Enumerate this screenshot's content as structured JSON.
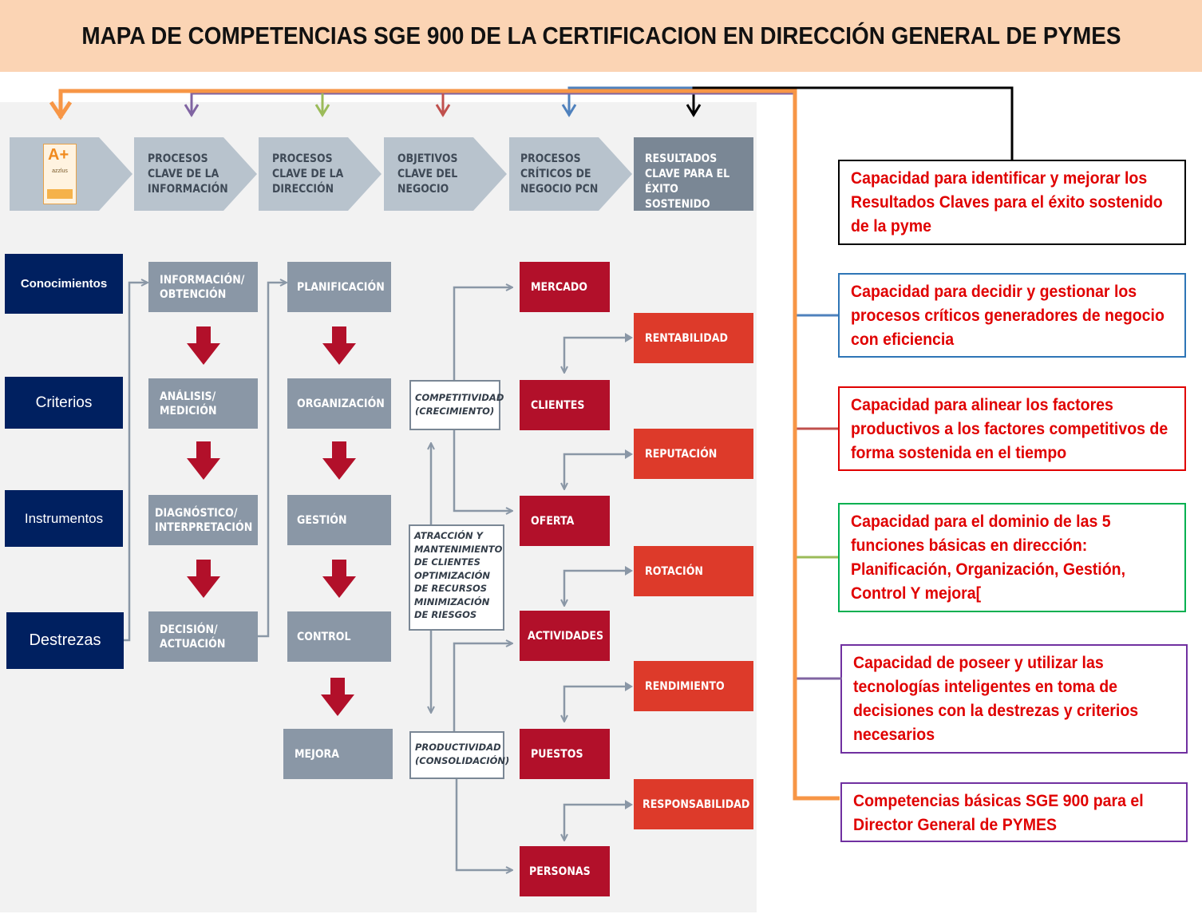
{
  "title": "MAPA DE COMPETENCIAS SGE 900 DE LA CERTIFICACION EN DIRECCIÓN GENERAL DE PYMES",
  "colors": {
    "orange": "#f79646",
    "purple": "#8064a2",
    "green": "#9bbb59",
    "red": "#c0504d",
    "blue": "#4f81bd",
    "black": "#000000",
    "navy": "#002060",
    "gray_box": "#8a97a6",
    "dark_red": "#b2102a",
    "light_red": "#dd3a2a"
  },
  "badge": {
    "icon": "aplus-certification-badge",
    "text": "A+",
    "label": "azzlus"
  },
  "headers": [
    {
      "id": "procesos-info",
      "label": "PROCESOS\nCLAVE DE LA\nINFORMACIÓN"
    },
    {
      "id": "procesos-dir",
      "label": "PROCESOS\nCLAVE DE LA\nDIRECCIÓN"
    },
    {
      "id": "objetivos",
      "label": "OBJETIVOS\nCLAVE DEL\nNEGOCIO"
    },
    {
      "id": "procesos-pcn",
      "label": "PROCESOS\nCRÍTICOS DE\nNEGOCIO PCN"
    },
    {
      "id": "resultados",
      "label": "RESULTADOS\nCLAVE PARA  EL\nÉXITO SOSTENIDO"
    }
  ],
  "side_labels": [
    "Conocimientos",
    "Criterios",
    "Instrumentos",
    "Destrezas"
  ],
  "info_column": [
    "INFORMACIÓN/\nOBTENCIÓN",
    "ANÁLISIS/\nMEDICIÓN",
    "DIAGNÓSTICO/\nINTERPRETACIÓN",
    "DECISIÓN/\nACTUACIÓN"
  ],
  "direction_column": [
    "PLANIFICACIÓN",
    "ORGANIZACIÓN",
    "GESTIÓN",
    "CONTROL",
    "MEJORA"
  ],
  "objectives": {
    "competitividad": "COMPETITIVIDAD\n(CRECIMIENTO)",
    "atraccion": "ATRACCIÓN Y\nMANTENIMIENTO\nDE CLIENTES\nOPTIMIZACIÓN\nDE RECURSOS\nMINIMIZACIÓN\nDE RIESGOS",
    "productividad": "PRODUCTIVIDAD\n(CONSOLIDACIÓN)"
  },
  "pcn_column": [
    "MERCADO",
    "CLIENTES",
    "OFERTA",
    "ACTIVIDADES",
    "PUESTOS",
    "PERSONAS"
  ],
  "results_column": [
    "RENTABILIDAD",
    "REPUTACIÓN",
    "ROTACIÓN",
    "RENDIMIENTO",
    "RESPONSABILIDAD"
  ],
  "competencies": [
    {
      "text": "Capacidad para identificar y mejorar los Resultados Claves para el éxito sostenido de la pyme",
      "text_color": "#e00000",
      "border": "#000000"
    },
    {
      "text": " Capacidad para decidir y gestionar los procesos críticos generadores de negocio con eficiencia",
      "text_color": "#e00000",
      "border": "#2e75b6"
    },
    {
      "text": "Capacidad para alinear los factores productivos a los factores competitivos de forma sostenida en el tiempo",
      "text_color": "#e00000",
      "border": "#e00000"
    },
    {
      "text": "Capacidad para el dominio de las 5 funciones básicas en dirección: Planificación, Organización, Gestión, Control Y mejora[",
      "text_color": "#e00000",
      "border": "#00b050"
    },
    {
      "text": "Capacidad de poseer y utilizar las tecnologías inteligentes en toma de decisiones con la destrezas y criterios necesarios",
      "text_color": "#e00000",
      "border": "#7030a0"
    },
    {
      "text": "Competencias básicas SGE 900 para el Director General de PYMES",
      "text_color": "#e00000",
      "border": "#7030a0"
    }
  ]
}
